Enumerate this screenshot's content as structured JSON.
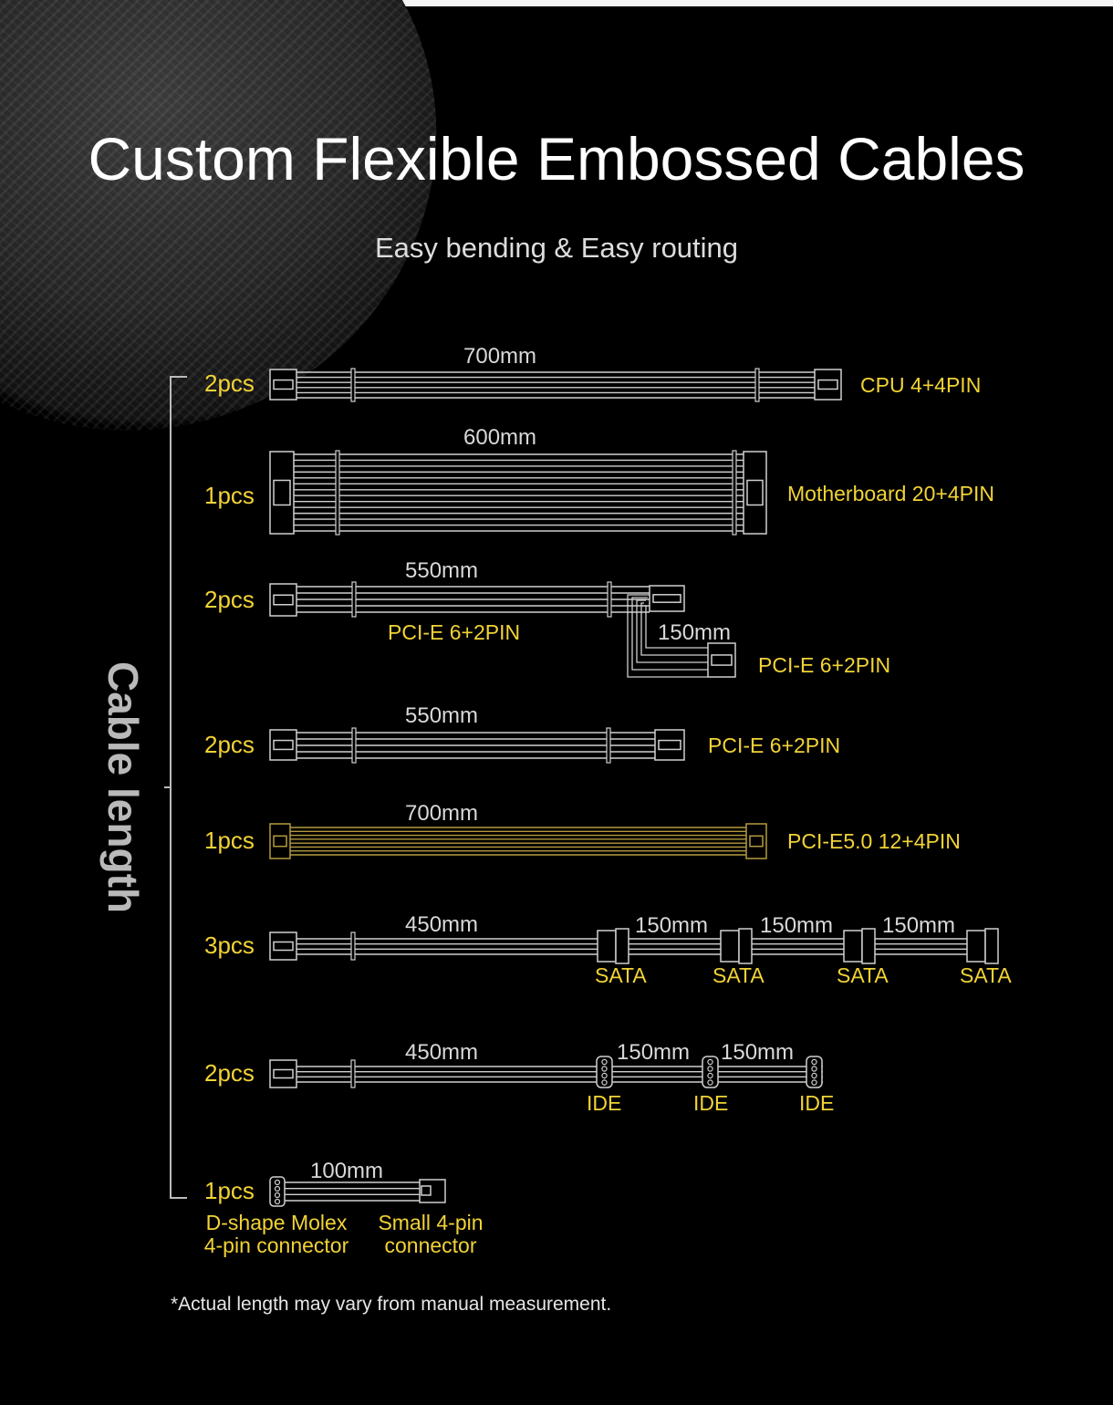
{
  "title": "Custom Flexible Embossed Cables",
  "subtitle": "Easy bending & Easy routing",
  "side_label": "Cable length",
  "colors": {
    "accent": "#f2d335",
    "text": "#d8d8d8",
    "background": "#000000"
  },
  "cables": [
    {
      "qty": "2pcs",
      "length": "700mm",
      "name": "CPU 4+4PIN"
    },
    {
      "qty": "1pcs",
      "length": "600mm",
      "name": "Motherboard 20+4PIN"
    },
    {
      "qty": "2pcs",
      "length": "550mm",
      "name": "PCI-E 6+2PIN",
      "branch_length": "150mm",
      "branch_name": "PCI-E 6+2PIN"
    },
    {
      "qty": "2pcs",
      "length": "550mm",
      "name": "PCI-E 6+2PIN"
    },
    {
      "qty": "1pcs",
      "length": "700mm",
      "name": "PCI-E5.0 12+4PIN"
    },
    {
      "qty": "3pcs",
      "length": "450mm",
      "segments": [
        "150mm",
        "150mm",
        "150mm"
      ],
      "connectors": [
        "SATA",
        "SATA",
        "SATA",
        "SATA"
      ]
    },
    {
      "qty": "2pcs",
      "length": "450mm",
      "segments": [
        "150mm",
        "150mm"
      ],
      "connectors": [
        "IDE",
        "IDE",
        "IDE"
      ]
    },
    {
      "qty": "1pcs",
      "length": "100mm",
      "left_connector": "D-shape Molex 4-pin connector",
      "left_lines": [
        "D-shape Molex",
        "4-pin connector"
      ],
      "right_lines": [
        "Small 4-pin",
        "connector"
      ]
    }
  ],
  "footnote": "*Actual length may vary from manual measurement."
}
